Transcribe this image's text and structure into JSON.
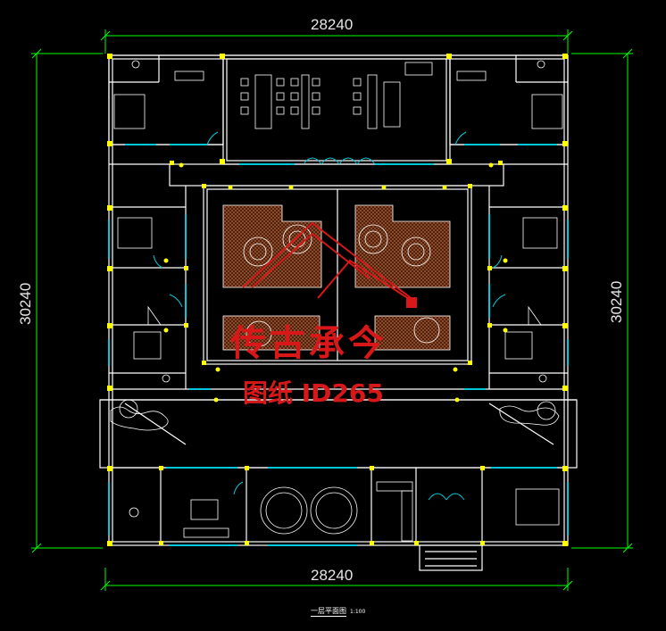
{
  "dimensions": {
    "top": "28240",
    "bottom": "28240",
    "left": "30240",
    "right": "30240"
  },
  "title": {
    "name": "一层平面图",
    "scale": "1:100"
  },
  "watermark": {
    "line1": "传古承今",
    "line2": "图纸 ID265"
  },
  "colors": {
    "wall": "#ffffff",
    "window": "#00c8d8",
    "column": "#ffff00",
    "dimension": "#00ff00",
    "watermark": "#d81818",
    "paving": "#a0522d"
  }
}
